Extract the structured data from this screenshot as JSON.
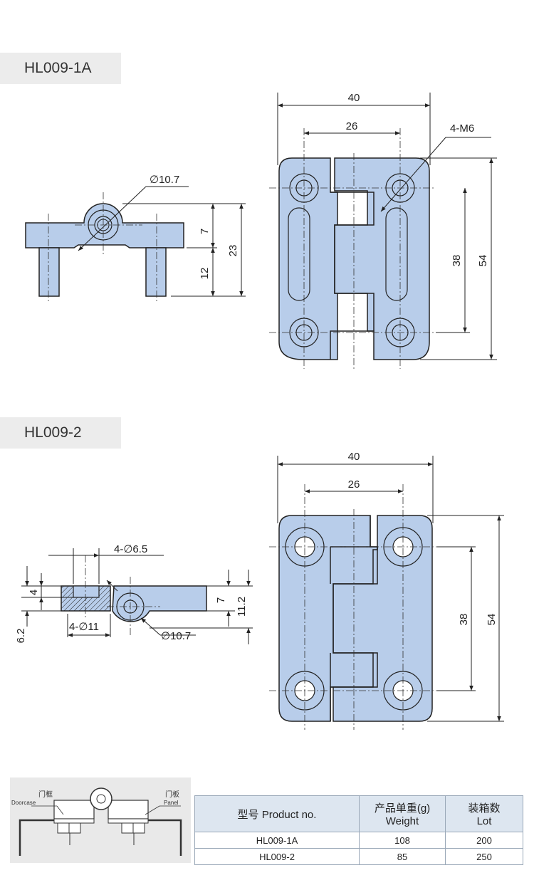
{
  "sections": [
    {
      "label": "HL009-1A"
    },
    {
      "label": "HL009-2"
    }
  ],
  "hl009_1a": {
    "front_dims": {
      "width": "40",
      "hole_spacing": "26",
      "thread": "4-M6",
      "height": "54",
      "hole_pitch": "38"
    },
    "side_dims": {
      "pin_dia": "∅10.7",
      "d7": "7",
      "d23": "23",
      "d12": "12"
    }
  },
  "hl009_2": {
    "front_dims": {
      "width": "40",
      "hole_spacing": "26",
      "height": "54",
      "hole_pitch": "38"
    },
    "side_dims": {
      "hole": "4-∅6.5",
      "counterbore": "4-∅11",
      "pin_dia": "∅10.7",
      "d4": "4",
      "d62": "6.2",
      "d7": "7",
      "d112": "11.2"
    }
  },
  "legend": {
    "doorcase_cn": "门框",
    "doorcase_en": "Doorcase",
    "panel_cn": "门板",
    "panel_en": "Panel"
  },
  "table": {
    "headers": {
      "product": "型号 Product no.",
      "weight_cn": "产品单重(g)",
      "weight_en": "Weight",
      "lot_cn": "装箱数",
      "lot_en": "Lot"
    },
    "rows": [
      {
        "product": "HL009-1A",
        "weight": "108",
        "lot": "200"
      },
      {
        "product": "HL009-2",
        "weight": "85",
        "lot": "250"
      }
    ]
  }
}
